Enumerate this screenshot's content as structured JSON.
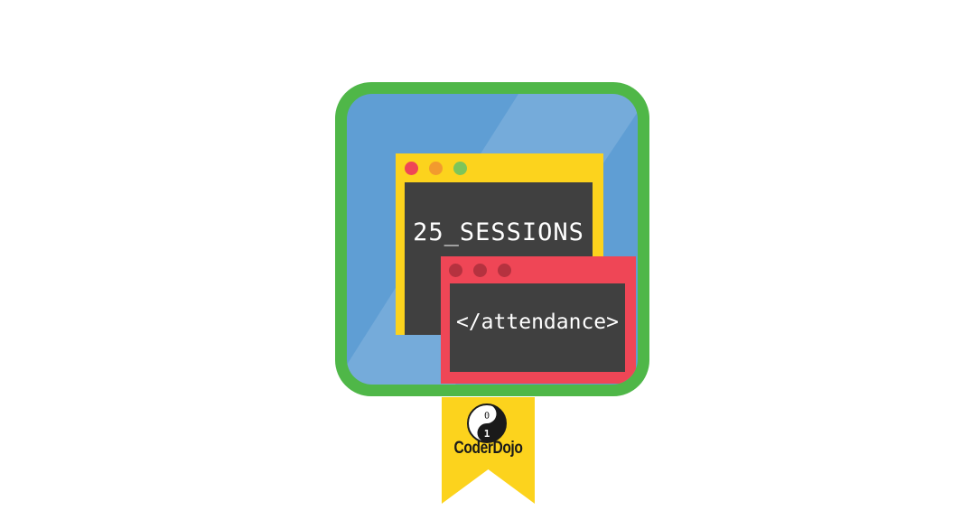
{
  "badge": {
    "top_window": {
      "text": "25_SESSIONS"
    },
    "bottom_window": {
      "text": "</attendance>"
    }
  },
  "ribbon": {
    "brand": "CoderDojo",
    "logo_digits": {
      "top": "0",
      "bottom": "1"
    }
  },
  "colors": {
    "border_green": "#4fb748",
    "badge_blue": "#5f9ed4",
    "window_yellow": "#fcd31d",
    "window_red": "#ef4656",
    "screen_dark": "#404040",
    "ribbon_yellow": "#fcd31d",
    "dot_red": "#ef4656",
    "dot_orange": "#f29a2e",
    "dot_green": "#7dc55a",
    "dot_dark_red": "#b5323f"
  }
}
